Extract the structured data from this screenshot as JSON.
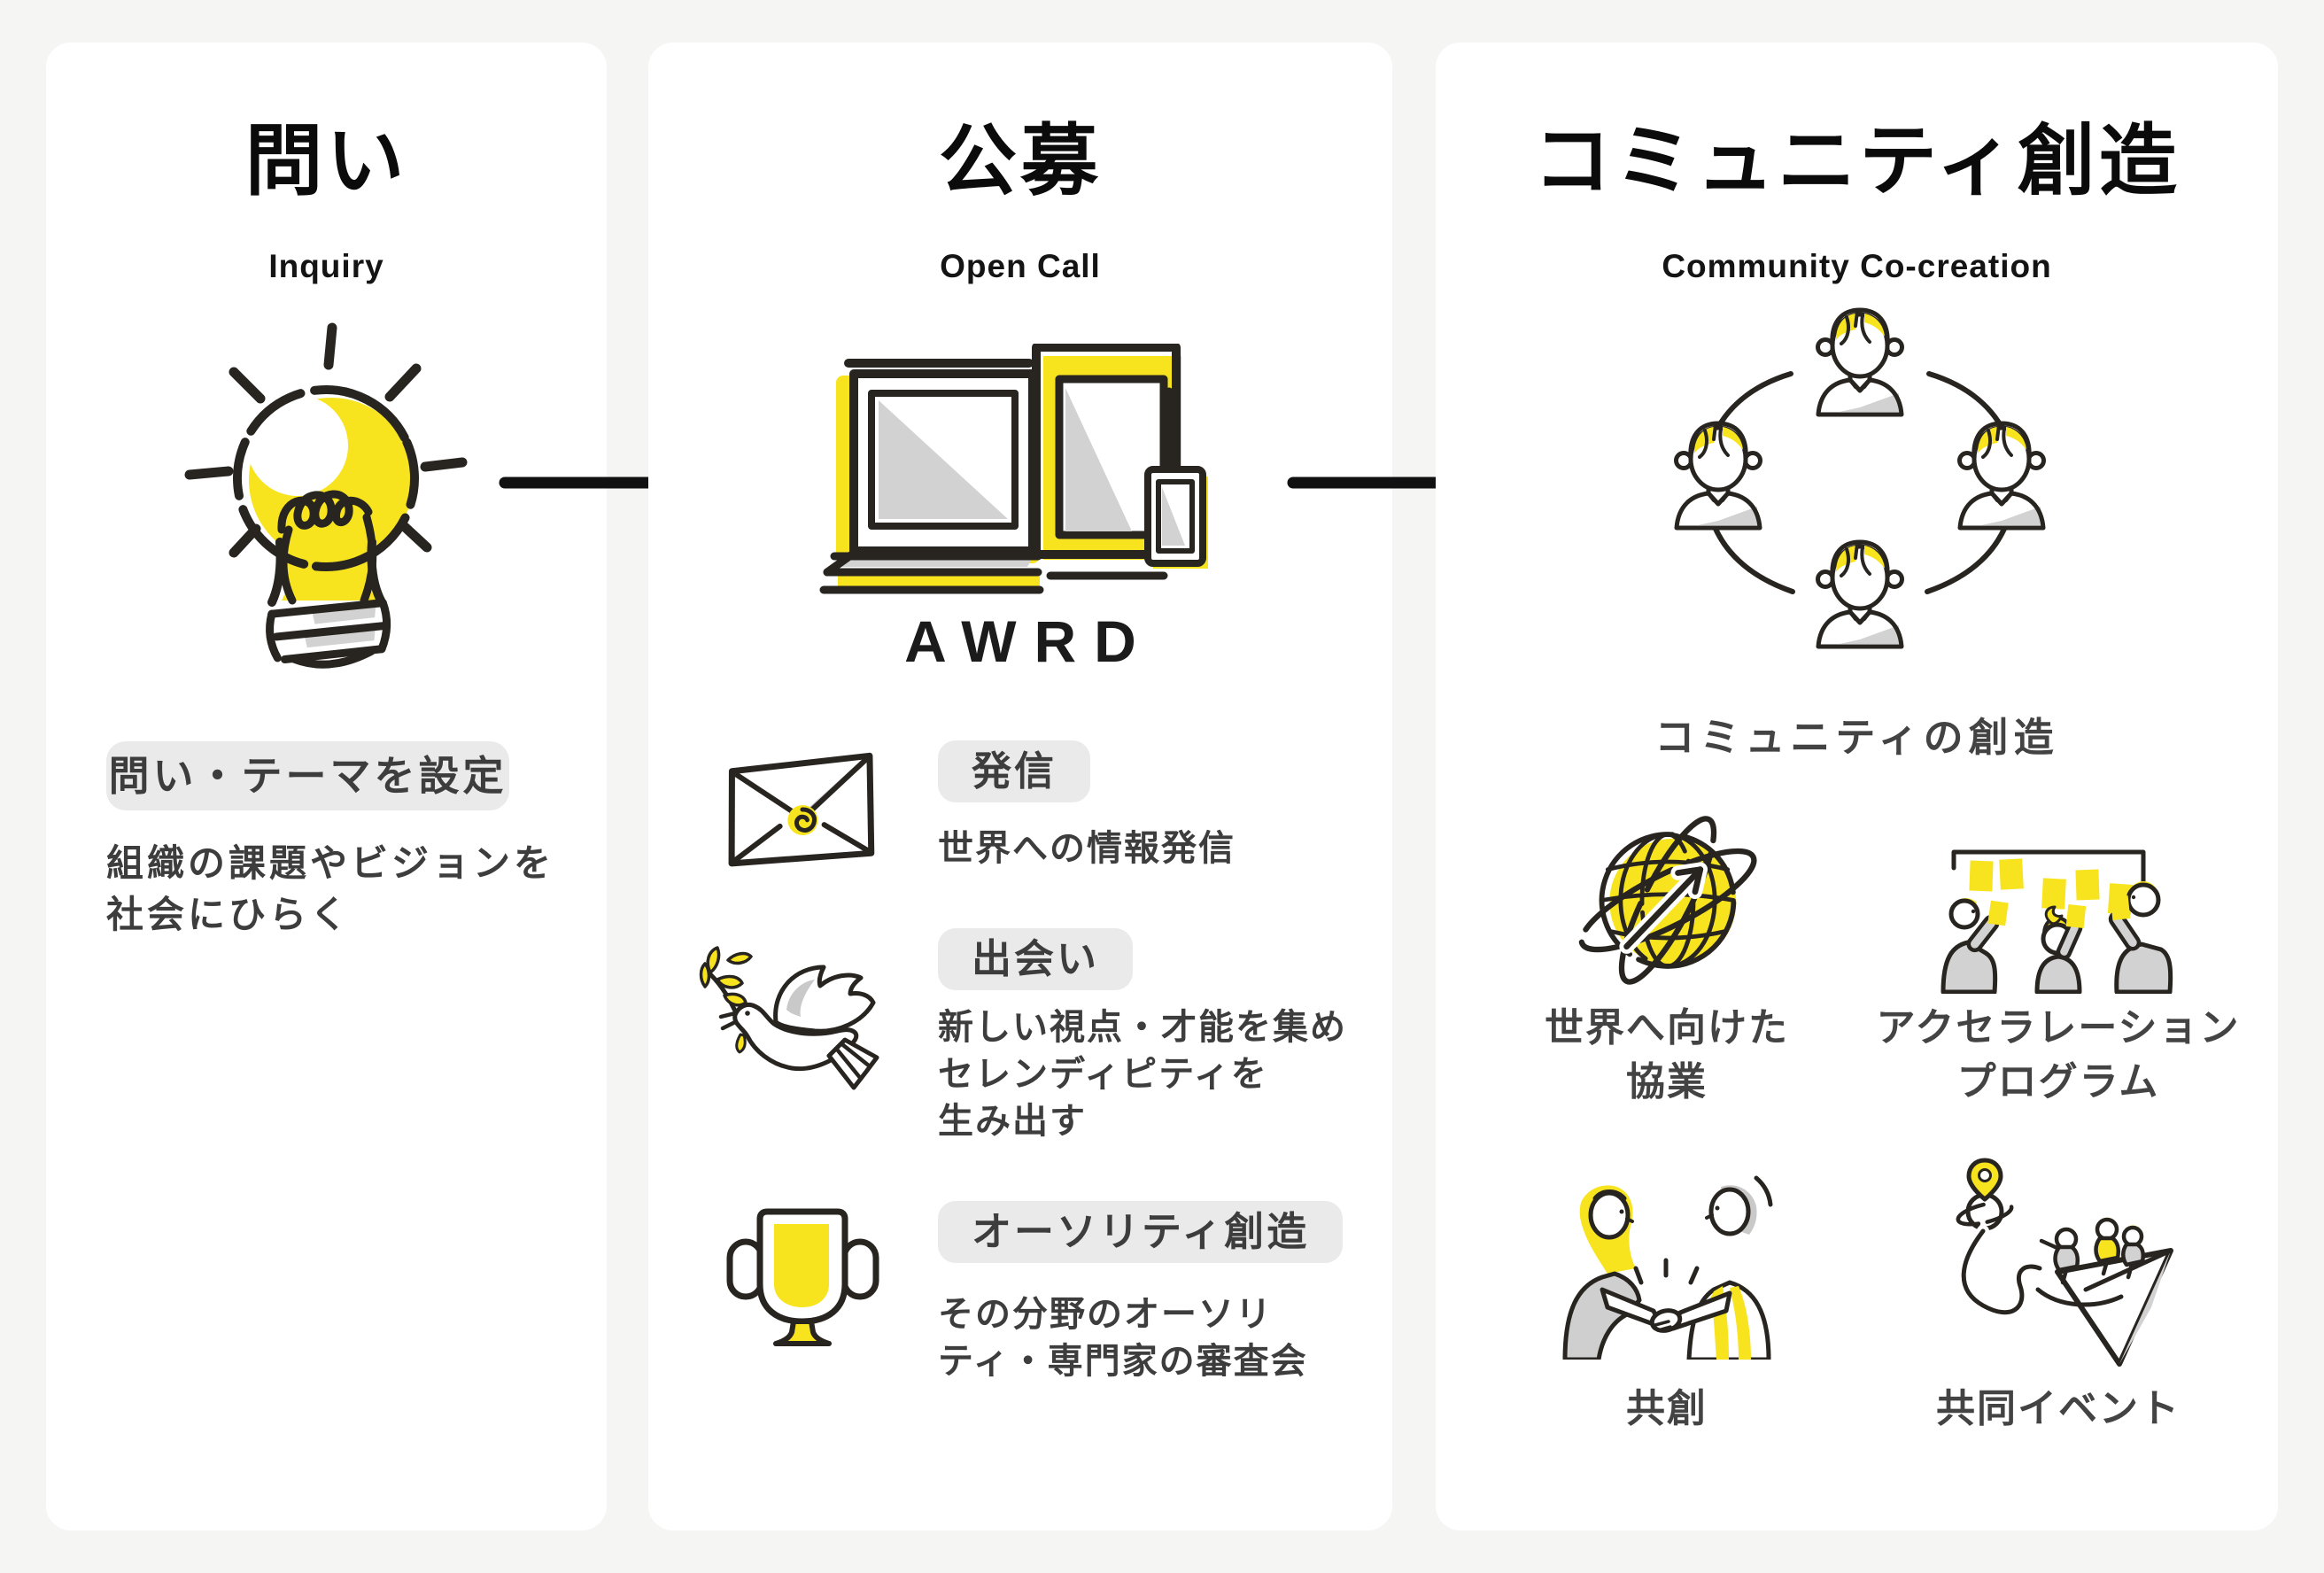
{
  "colors": {
    "background": "#F5F5F4",
    "card": "#FFFFFF",
    "accent_yellow": "#F7E41F",
    "ink": "#282420",
    "shade_gray": "#D2D2D2",
    "badge_bg": "#EAEAEA",
    "text": "#3D3D3D"
  },
  "flow_arrows": [
    {
      "icon": "flow-arrow-icon",
      "direction": "right"
    },
    {
      "icon": "flow-arrow-icon",
      "direction": "right"
    }
  ],
  "columns": [
    {
      "title": "問い",
      "subtitle": "Inquiry",
      "illustration": "lightbulb-icon",
      "badge": "問い・テーマを設定",
      "description": [
        "組織の課題やビジョンを",
        "社会にひらく"
      ]
    },
    {
      "title": "公募",
      "subtitle": "Open Call",
      "illustration": "devices-icon",
      "logo": "AWRD",
      "items": [
        {
          "icon": "envelope-icon",
          "badge": "発信",
          "lines": [
            "世界への情報発信"
          ]
        },
        {
          "icon": "dove-icon",
          "badge": "出会い",
          "lines": [
            "新しい視点・才能を集め",
            "セレンディピティを",
            "生み出す"
          ]
        },
        {
          "icon": "trophy-icon",
          "badge": "オーソリティ創造",
          "lines": [
            "その分野のオーソリ",
            "ティ・専門家の審査会"
          ]
        }
      ]
    },
    {
      "title": "コミュニティ創造",
      "subtitle": "Community Co-creation",
      "illustration": "people-network-icon",
      "caption": "コミュニティの創造",
      "grid": [
        {
          "icon": "globe-icon",
          "label": [
            "世界へ向けた",
            "協業"
          ]
        },
        {
          "icon": "sticky-notes-icon",
          "label": [
            "アクセラレーション",
            "プログラム"
          ]
        },
        {
          "icon": "handshake-icon",
          "label": [
            "共創",
            ""
          ]
        },
        {
          "icon": "joint-event-icon",
          "label": [
            "共同イベント",
            ""
          ]
        }
      ]
    }
  ]
}
